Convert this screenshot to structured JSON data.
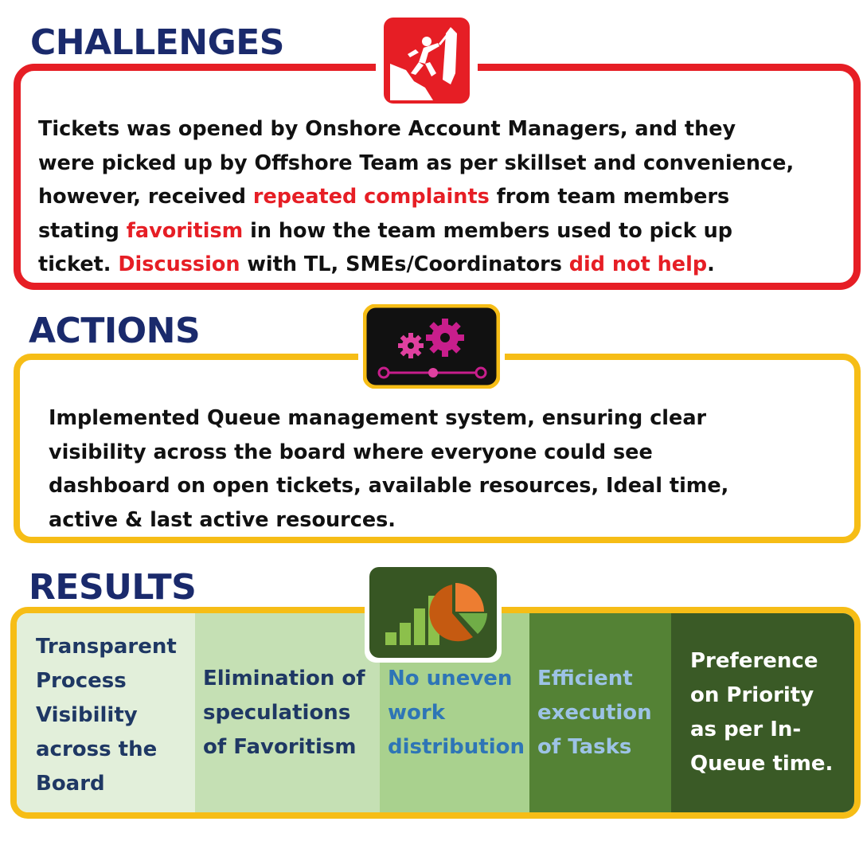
{
  "challenges": {
    "heading": "CHALLENGES",
    "lines": [
      [
        {
          "t": "Tickets was opened by Onshore Account Managers, and they",
          "hl": false
        }
      ],
      [
        {
          "t": "were picked up by Offshore Team as per skillset and convenience,",
          "hl": false
        }
      ],
      [
        {
          "t": "however, received ",
          "hl": false
        },
        {
          "t": "repeated complaints",
          "hl": true
        },
        {
          "t": " from team members",
          "hl": false
        }
      ],
      [
        {
          "t": "stating ",
          "hl": false
        },
        {
          "t": "favoritism",
          "hl": true
        },
        {
          "t": " in how the team members used to pick up",
          "hl": false
        }
      ],
      [
        {
          "t": "ticket. ",
          "hl": false
        },
        {
          "t": "Discussion",
          "hl": true
        },
        {
          "t": " with TL, SMEs/Coordinators ",
          "hl": false
        },
        {
          "t": "did not help",
          "hl": true
        },
        {
          "t": ".",
          "hl": false
        }
      ]
    ],
    "icon": "climber-icon",
    "accent": "#e61e25"
  },
  "actions": {
    "heading": "ACTIONS",
    "lines": [
      "Implemented Queue management system, ensuring clear",
      "visibility across the board where everyone could see",
      "dashboard on open tickets, available resources, Ideal time,",
      "active & last active resources."
    ],
    "icon": "gears-icon",
    "accent": "#f6bd16"
  },
  "results": {
    "heading": "RESULTS",
    "icon": "chart-icon",
    "items": [
      {
        "lines": [
          "Transparent",
          "Process",
          "Visibility",
          "across the",
          "Board"
        ],
        "bg": "#e2efda",
        "fg": "#1f3864"
      },
      {
        "lines": [
          "Elimination of",
          "speculations",
          "of Favoritism"
        ],
        "bg": "#c5e0b4",
        "fg": "#1f3864"
      },
      {
        "lines": [
          "No uneven",
          "work",
          "distribution"
        ],
        "bg": "#a9d18e",
        "fg": "#2e75b6"
      },
      {
        "lines": [
          "Efficient",
          "execution",
          "of Tasks"
        ],
        "bg": "#548235",
        "fg": "#9dc3e6"
      },
      {
        "lines": [
          "Preference",
          "on Priority",
          "as per In-",
          "Queue time."
        ],
        "bg": "#3a5a26",
        "fg": "#ffffff"
      }
    ]
  }
}
